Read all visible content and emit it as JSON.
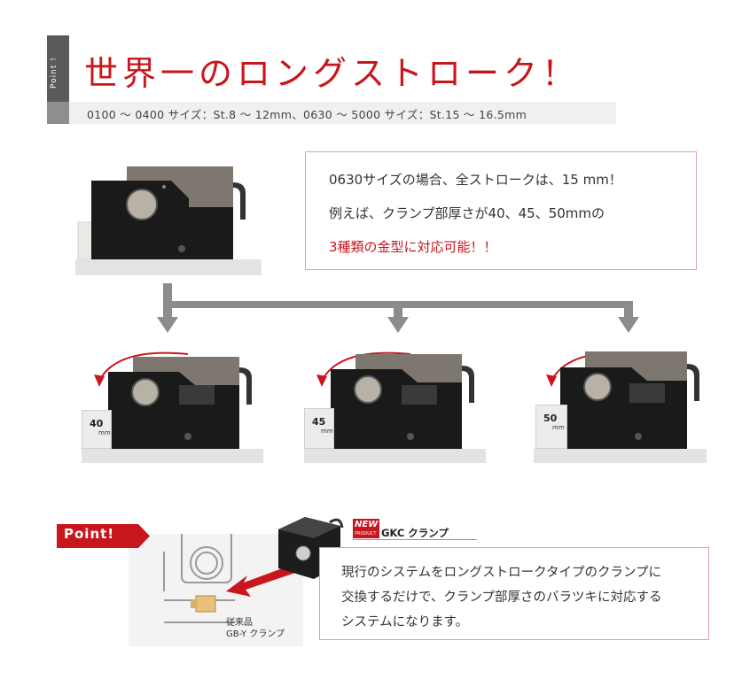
{
  "header": {
    "tab_label": "Point !",
    "title": "世界一のロングストローク！",
    "subtitle": "0100 〜 0400 サイズ：St.8 〜 12mm、0630 〜 5000 サイズ：St.15 〜 16.5mm"
  },
  "info": {
    "line1": "0630サイズの場合、全ストロークは、15 mm！",
    "line2": "例えば、クランプ部厚さが40、45、50mmの",
    "line3": "3種類の金型に対応可能！！"
  },
  "variants": [
    {
      "value": "40",
      "unit": "mm"
    },
    {
      "value": "45",
      "unit": "mm"
    },
    {
      "value": "50",
      "unit": "mm"
    }
  ],
  "point_section": {
    "badge": "Point!",
    "new_label": "NEW",
    "new_sub": "PRODUCT",
    "product_name": "GKC クランプ",
    "old_product_line1": "従来品",
    "old_product_line2": "GB-Y クランプ",
    "desc_line1": "現行のシステムをロングストロークタイプのクランプに",
    "desc_line2": "交換するだけで、クランプ部厚さのバラツキに対応する",
    "desc_line3": "システムになります。"
  },
  "colors": {
    "accent": "#c8161d",
    "arrow_gray": "#8c8c8c"
  }
}
